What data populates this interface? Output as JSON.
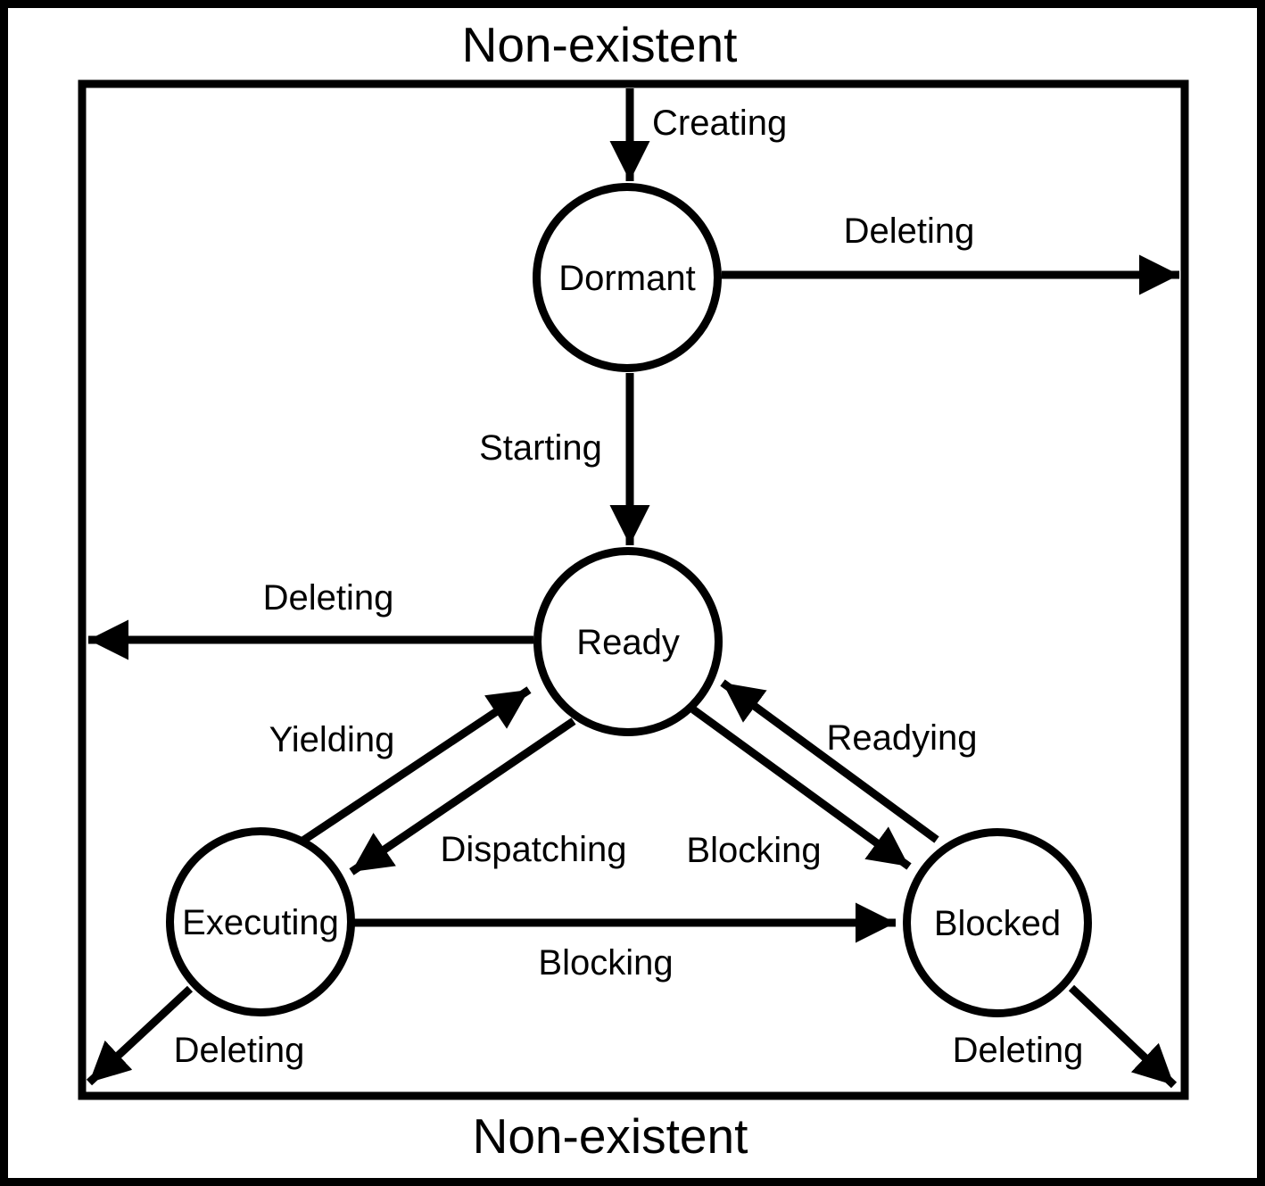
{
  "diagram": {
    "title_top": "Non-existent",
    "title_bottom": "Non-existent",
    "colors": {
      "stroke": "#000000",
      "background": "#ffffff"
    },
    "states": {
      "dormant": {
        "label": "Dormant"
      },
      "ready": {
        "label": "Ready"
      },
      "executing": {
        "label": "Executing"
      },
      "blocked": {
        "label": "Blocked"
      }
    },
    "transitions": {
      "creating": {
        "label": "Creating",
        "from": "Non-existent",
        "to": "Dormant"
      },
      "deleting_dormant": {
        "label": "Deleting",
        "from": "Dormant",
        "to": "Non-existent"
      },
      "starting": {
        "label": "Starting",
        "from": "Dormant",
        "to": "Ready"
      },
      "deleting_ready": {
        "label": "Deleting",
        "from": "Ready",
        "to": "Non-existent"
      },
      "yielding": {
        "label": "Yielding",
        "from": "Executing",
        "to": "Ready"
      },
      "dispatching": {
        "label": "Dispatching",
        "from": "Ready",
        "to": "Executing"
      },
      "blocking_ready": {
        "label": "Blocking",
        "from": "Ready",
        "to": "Blocked"
      },
      "readying": {
        "label": "Readying",
        "from": "Blocked",
        "to": "Ready"
      },
      "blocking_executing": {
        "label": "Blocking",
        "from": "Executing",
        "to": "Blocked"
      },
      "deleting_executing": {
        "label": "Deleting",
        "from": "Executing",
        "to": "Non-existent"
      },
      "deleting_blocked": {
        "label": "Deleting",
        "from": "Blocked",
        "to": "Non-existent"
      }
    }
  }
}
